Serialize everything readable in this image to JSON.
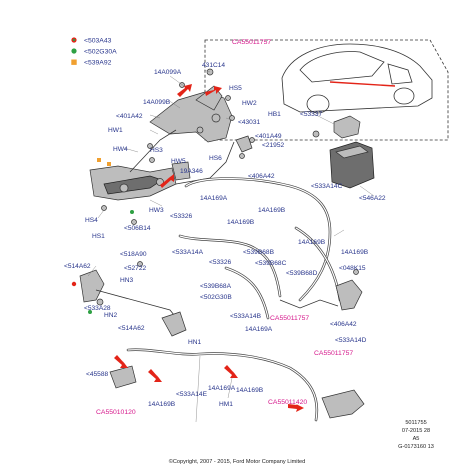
{
  "legend": [
    {
      "label": "<503A43",
      "marker": "bicolor-dot",
      "colors": [
        "#e32418",
        "#2ea043"
      ]
    },
    {
      "label": "<502G30A",
      "marker": "dot",
      "colors": [
        "#2ea043"
      ]
    },
    {
      "label": "<539A92",
      "marker": "square",
      "colors": [
        "#f0a030"
      ]
    }
  ],
  "labels": {
    "l_431c14": "431C14",
    "l_14a099a": "14A099A",
    "l_hs5": "HS5",
    "l_14a099b": "14A099B",
    "l_hw2": "HW2",
    "l_401a42": "<401A42",
    "l_hb1": "HB1",
    "l_43031": "<43031",
    "l_53337": "<53337",
    "l_hw1": "HW1",
    "l_401a49": "<401A49",
    "l_hw4": "HW4",
    "l_hs3": "HS3",
    "l_hs6": "HS6",
    "l_21952": "<21952",
    "l_hw5": "HW5",
    "l_19a346": "19A346",
    "l_406a42a": "<406A42",
    "l_533a14c": "<533A14C",
    "l_546a22": "<546A22",
    "l_14a169a_top": "14A169A",
    "l_hs4": "HS4",
    "l_hw3": "HW3",
    "l_53326a": "<53326",
    "l_14a169b_a": "14A169B",
    "l_14a169b_b": "14A169B",
    "l_506b14": "<506B14",
    "l_hs1": "HS1",
    "l_533a14a": "<533A14A",
    "l_539b68b": "<539B68B",
    "l_518a90": "<518A90",
    "l_14a169b_c": "14A169B",
    "l_14a169b_d": "14A169B",
    "l_514a62a": "<514A62",
    "l_52722": "<52722",
    "l_53326b": "<53326",
    "l_539b68c": "<539B68C",
    "l_539b68d": "<539B68D",
    "l_048k15": "<048K15",
    "l_hn3": "HN3",
    "l_539b68a": "<539B68A",
    "l_533a28": "<533A28",
    "l_502g30b": "<502G30B",
    "l_533a14b": "<533A14B",
    "l_hn2": "HN2",
    "l_14a169a_mid": "14A169A",
    "l_406a42b": "<406A42",
    "l_514a62b": "<514A62",
    "l_hn1": "HN1",
    "l_533a14d": "<533A14D",
    "l_45588": "<45588",
    "l_14a169b_e": "14A169B",
    "l_533a14e": "<533A14E",
    "l_14a169a_bot": "14A169A",
    "l_14a169b_f": "14A169B",
    "l_hm1": "HM1"
  },
  "callouts": {
    "ca1": "CA55011757",
    "ca2": "CA55011757",
    "ca3": "CA55011757",
    "ca4": "CA55010120",
    "ca5": "CA55011420"
  },
  "footer": {
    "copyright": "©Copyright, 2007 - 2015, Ford Motor Company Limited",
    "code1": "5011755",
    "code2": "07-2015 28",
    "code3": "A5",
    "code4": "G-0173160 13"
  },
  "colors": {
    "label": "#27348b",
    "callout": "#d6198c",
    "arrow": "#e32418"
  }
}
